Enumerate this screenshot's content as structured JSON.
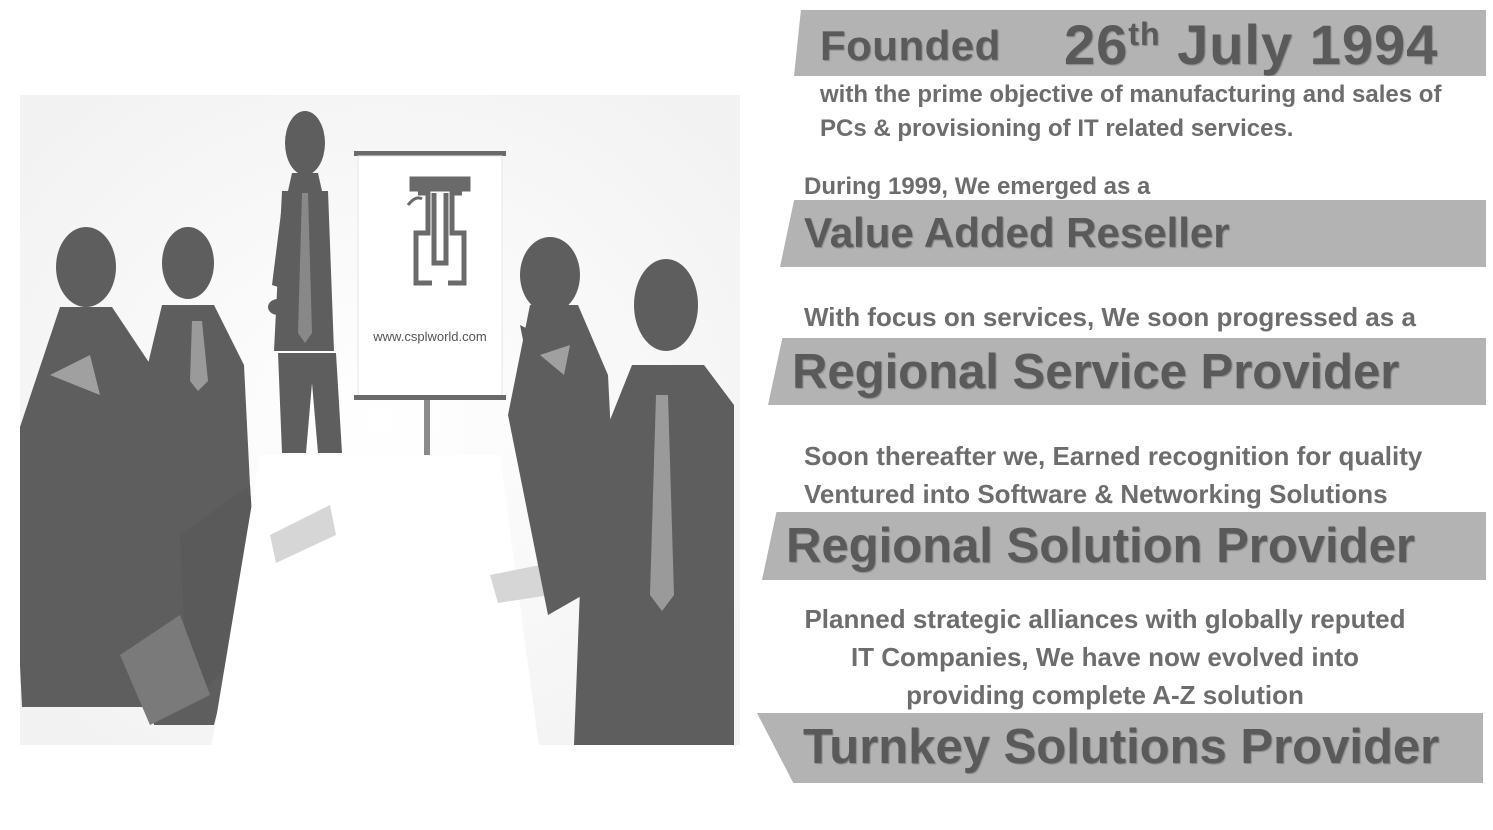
{
  "hero": {
    "founded_label": "Founded",
    "founded_day": "26",
    "founded_day_suffix": "th",
    "founded_month_year": "July 1994",
    "objective_line1": "with the prime objective of  manufacturing and sales of",
    "objective_line2": "PCs & provisioning of IT related services."
  },
  "milestones": [
    {
      "intro_lines": [
        "During 1999, We emerged as a"
      ],
      "title": "Value Added Reseller"
    },
    {
      "intro_lines": [
        "With focus on services, We soon progressed as a"
      ],
      "title": "Regional Service Provider"
    },
    {
      "intro_lines": [
        "Soon thereafter we, Earned recognition for quality",
        "Ventured into Software & Networking Solutions"
      ],
      "title": "Regional Solution Provider"
    },
    {
      "intro_lines": [
        "Planned strategic alliances with globally reputed",
        "IT Companies, We have now evolved into",
        "providing complete A-Z solution"
      ],
      "title": "Turnkey Solutions Provider"
    }
  ],
  "board": {
    "website": "www.csplworld.com"
  },
  "colors": {
    "band": "#b3b3b3",
    "band_text": "#5a5a5a",
    "caption_text": "#6d6d6d",
    "silhouette": "#5e5e5e"
  }
}
